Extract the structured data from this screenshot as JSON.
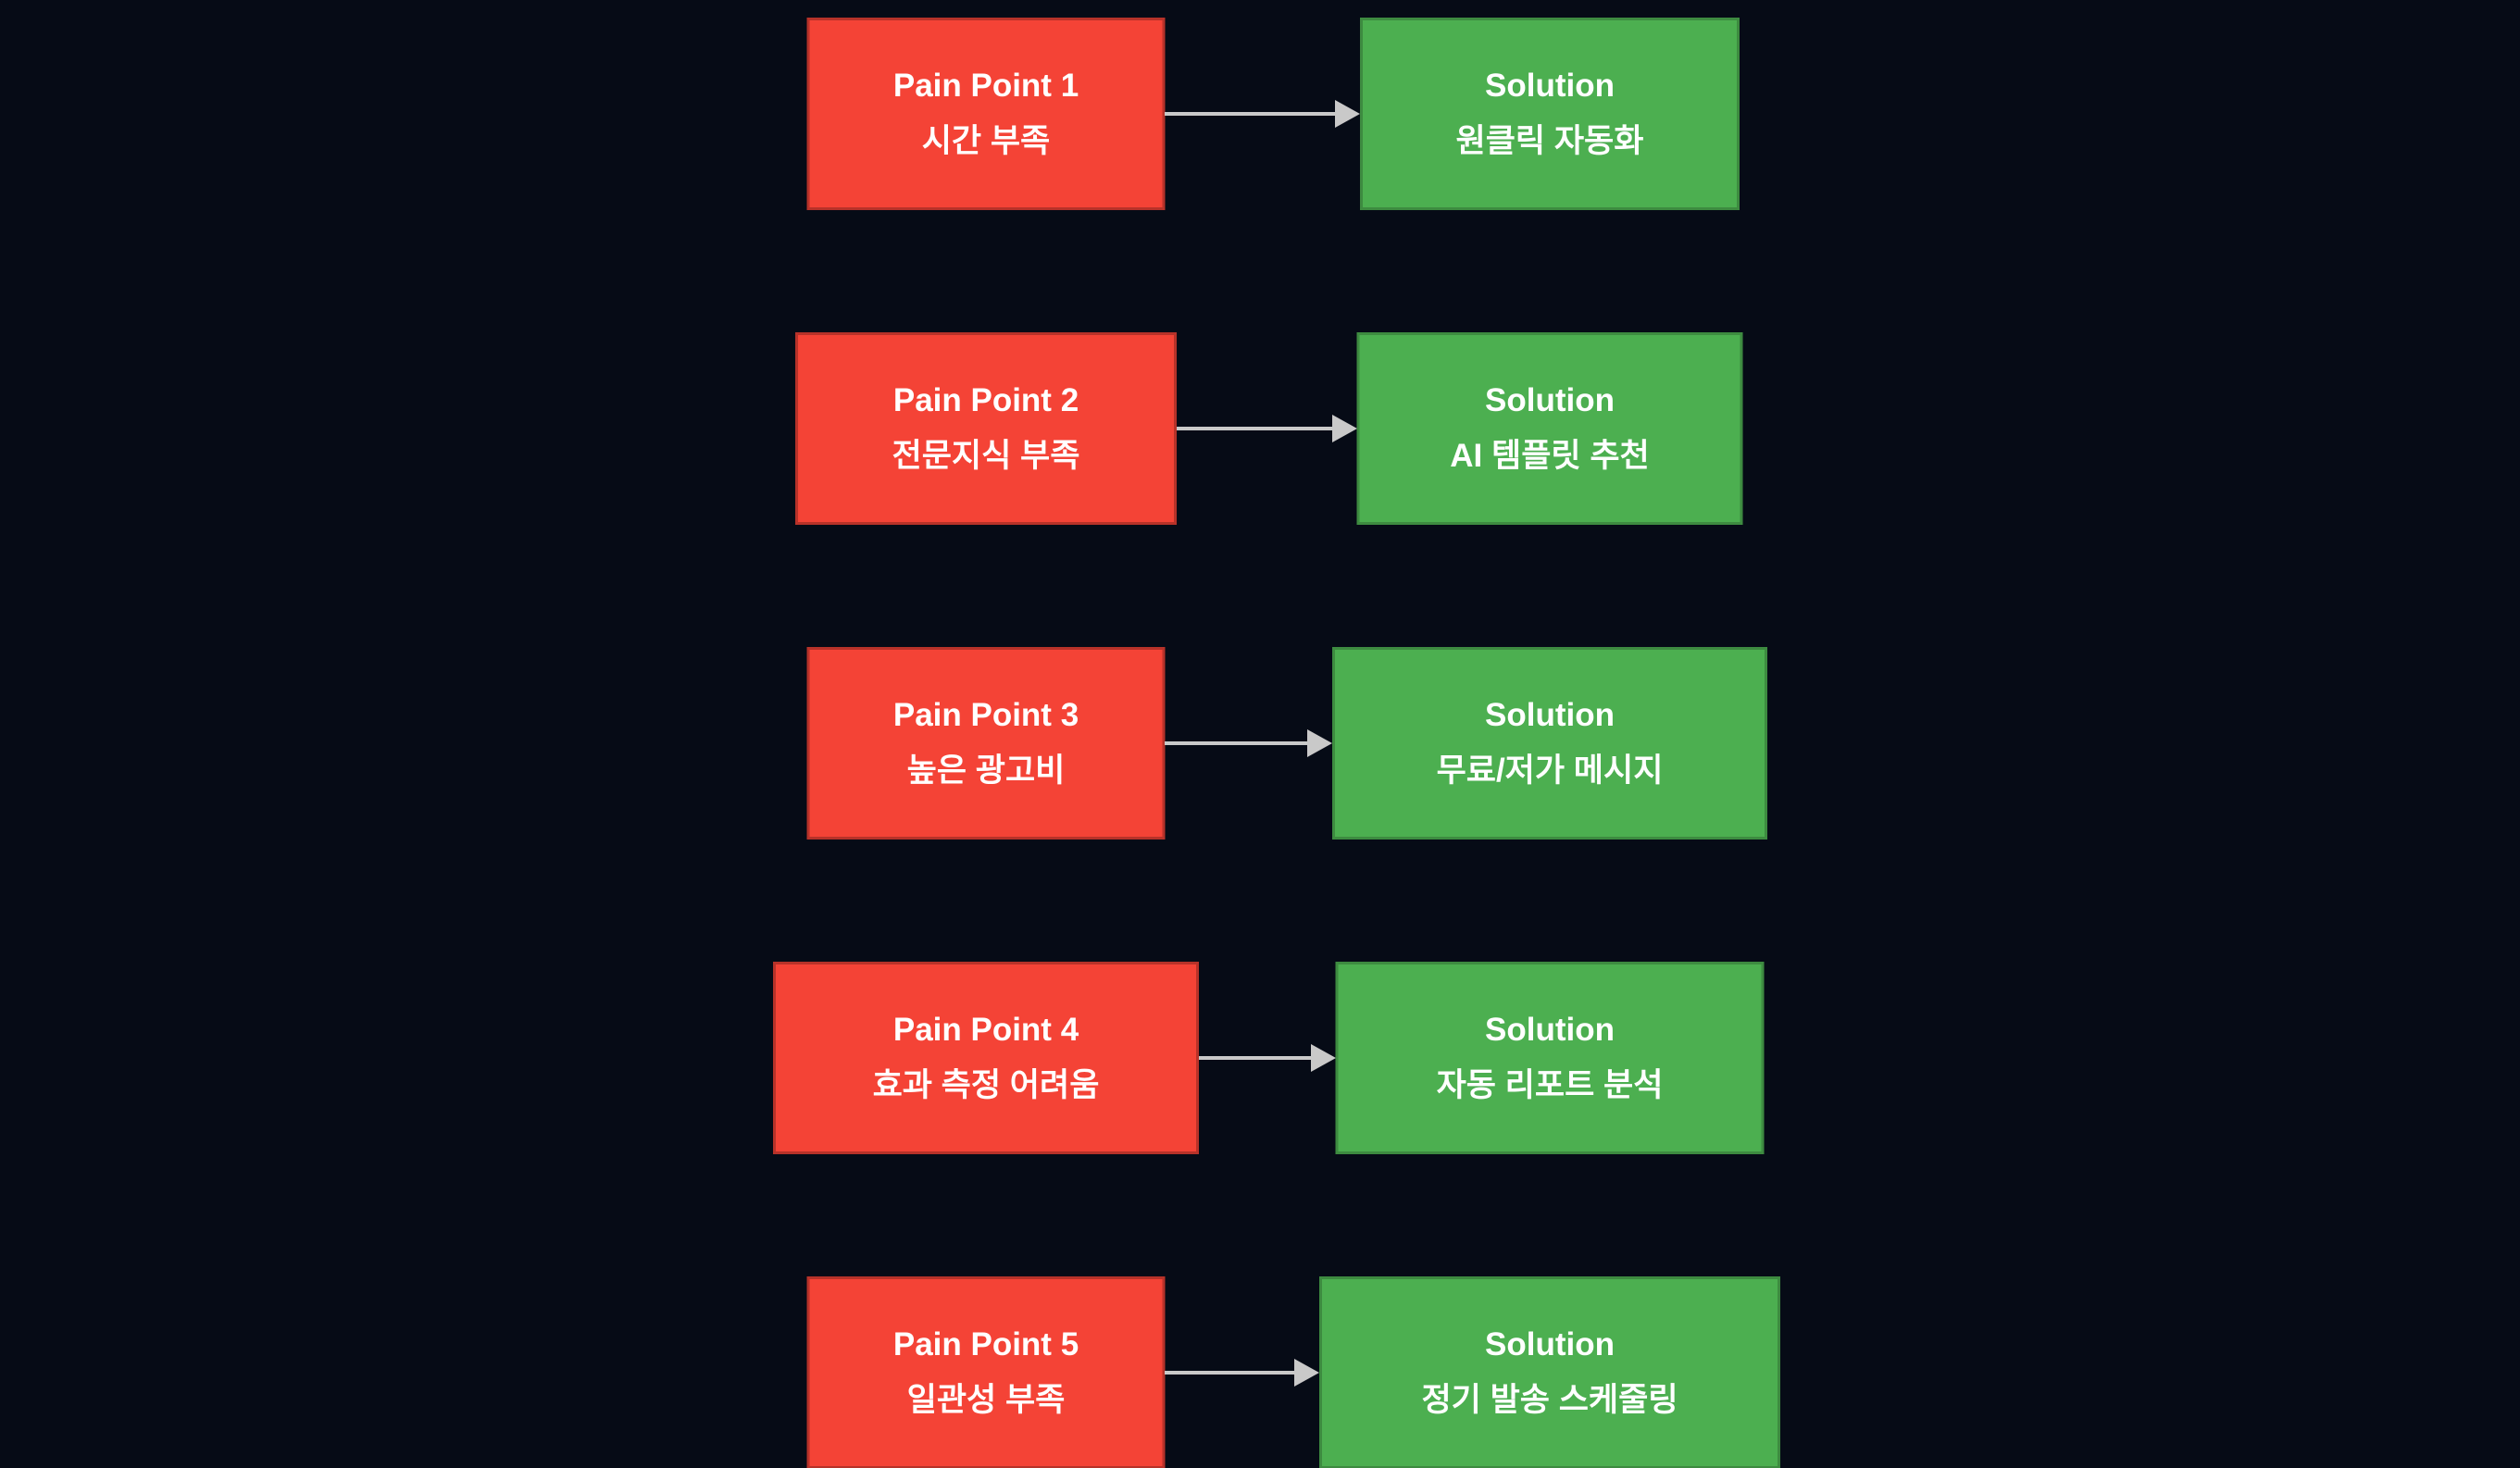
{
  "background": "#060b16",
  "colors": {
    "pain_fill": "#f44336",
    "pain_border": "#b73229",
    "solution_fill": "#4caf50",
    "solution_border": "#3d8b40",
    "arrow": "#c9c9c9",
    "text": "#ffffff"
  },
  "rows": [
    {
      "pain": {
        "title": "Pain Point 1",
        "subtitle": "시간 부족"
      },
      "solution": {
        "title": "Solution",
        "subtitle": "원클릭 자동화"
      }
    },
    {
      "pain": {
        "title": "Pain Point 2",
        "subtitle": "전문지식 부족"
      },
      "solution": {
        "title": "Solution",
        "subtitle": "AI 템플릿 추천"
      }
    },
    {
      "pain": {
        "title": "Pain Point 3",
        "subtitle": "높은 광고비"
      },
      "solution": {
        "title": "Solution",
        "subtitle": "무료/저가 메시지"
      }
    },
    {
      "pain": {
        "title": "Pain Point 4",
        "subtitle": "효과 측정 어려움"
      },
      "solution": {
        "title": "Solution",
        "subtitle": "자동 리포트 분석"
      }
    },
    {
      "pain": {
        "title": "Pain Point 5",
        "subtitle": "일관성 부족"
      },
      "solution": {
        "title": "Solution",
        "subtitle": "정기 발송 스케줄링"
      }
    }
  ]
}
